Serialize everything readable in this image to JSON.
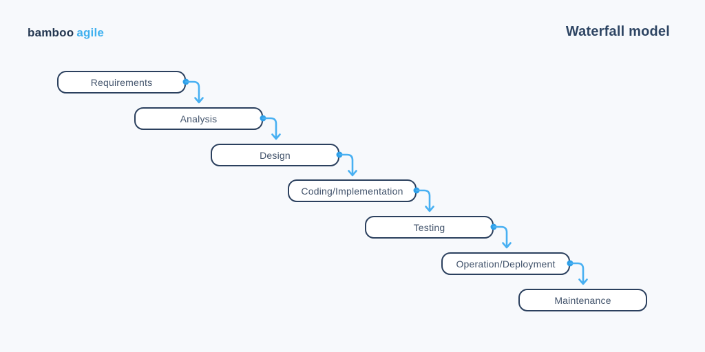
{
  "header": {
    "logo": {
      "brand": "bamboo",
      "brand_accent": "agile"
    },
    "title": "Waterfall model"
  },
  "diagram": {
    "type": "waterfall-flow",
    "steps": [
      {
        "label": "Requirements"
      },
      {
        "label": "Analysis"
      },
      {
        "label": "Design"
      },
      {
        "label": "Coding/Implementation"
      },
      {
        "label": "Testing"
      },
      {
        "label": "Operation/Deployment"
      },
      {
        "label": "Maintenance"
      }
    ],
    "flow_direction": "top-left to bottom-right",
    "connector_icon": "curved-arrow-down",
    "colors": {
      "background": "#f7f9fc",
      "box_border": "#2b405e",
      "box_fill": "#ffffff",
      "box_text": "#42536b",
      "arrow": "#48b0f2",
      "dot": "#2e9fe8",
      "brand_dark": "#243751",
      "brand_accent": "#41b1ef",
      "title_text": "#2e4563"
    }
  }
}
